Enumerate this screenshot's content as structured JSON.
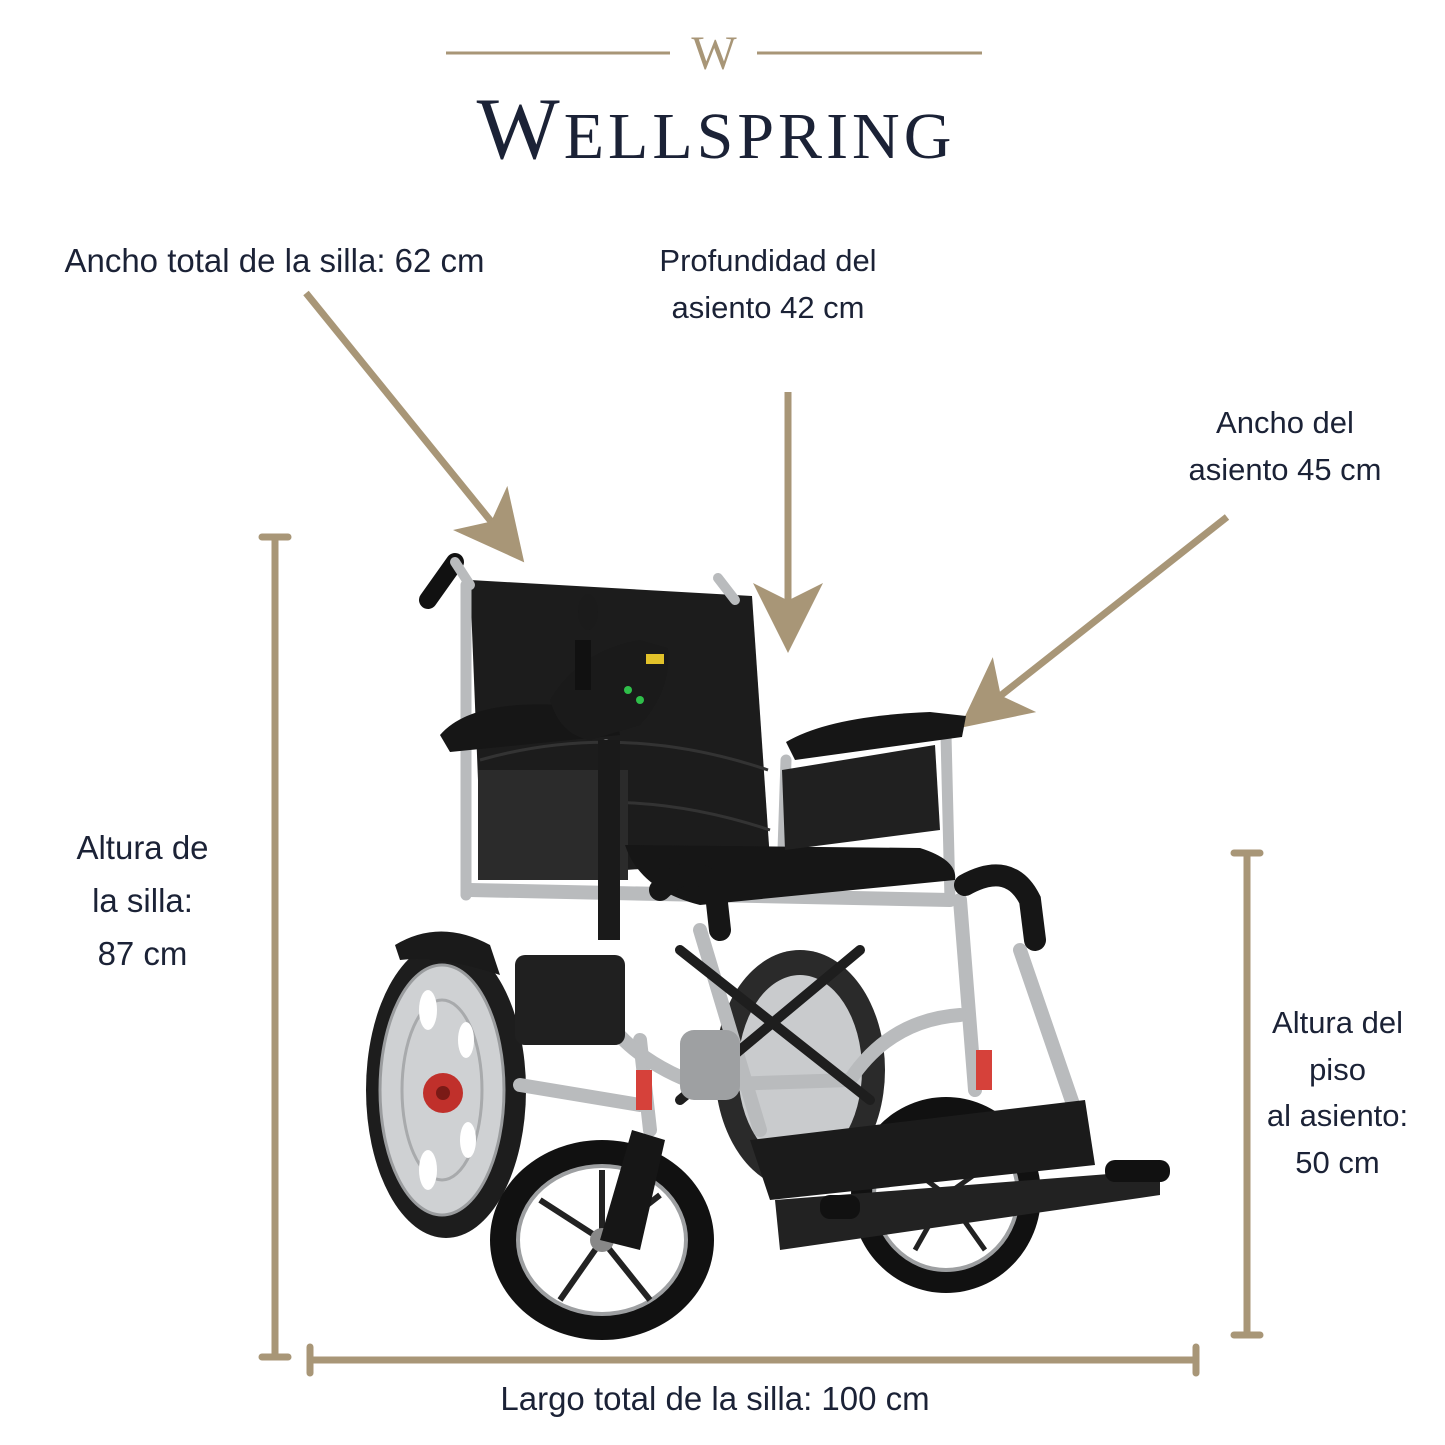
{
  "brand": {
    "name": "Wellspring",
    "monogram": "W",
    "accent_color": "#a89677",
    "text_color": "#1b2236"
  },
  "labels": {
    "ancho_total": "Ancho total de la silla: 62 cm",
    "profundidad": {
      "line1": "Profundidad del",
      "line2": "asiento 42 cm"
    },
    "ancho_asiento": {
      "line1": "Ancho del",
      "line2": "asiento 45 cm"
    },
    "altura_silla": {
      "line1": "Altura de",
      "line2": "la silla:",
      "line3": "87 cm"
    },
    "altura_piso": {
      "line1": "Altura del",
      "line2": "piso",
      "line3": "al asiento:",
      "line4": "50 cm"
    },
    "largo_total": "Largo total de la silla: 100 cm"
  },
  "icons": {
    "product": "electric-wheelchair-illustration"
  }
}
